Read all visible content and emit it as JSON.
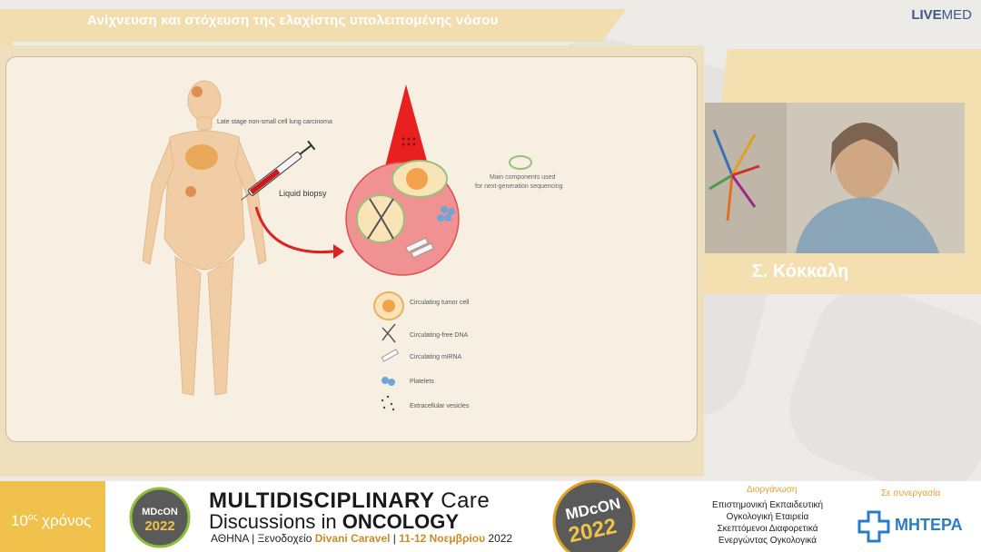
{
  "header": {
    "title": "Ανίχνευση και στόχευση της ελαχίστης υπολειπομένης νόσου",
    "brand_bold": "LIVE",
    "brand_thin": "MED"
  },
  "slide": {
    "stage_label": "Late stage non-small cell lung carcinoma",
    "biopsy_label": "Liquid biopsy",
    "ngs_label_1": "Main components used",
    "ngs_label_2": "for next-generation sequencing",
    "legend": [
      {
        "icon": "tumor-cell-icon",
        "label": "Circulating tumor cell"
      },
      {
        "icon": "dna-icon",
        "label": "Circulating-free DNA"
      },
      {
        "icon": "mirna-icon",
        "label": "Circulating miRNA"
      },
      {
        "icon": "platelets-icon",
        "label": "Platelets"
      },
      {
        "icon": "vesicles-icon",
        "label": "Extracellular vesicles"
      }
    ]
  },
  "camera": {
    "speaker_name": "Σ. Κόκκαλη"
  },
  "footer": {
    "year_num": "10",
    "year_sup": "ος",
    "year_word": "χρόνος",
    "logo_top": "MDcON",
    "logo_year": "2022",
    "title_bold": "MULTIDISCIPLINARY",
    "title_thin": "Care",
    "title2_thin": "Discussions in",
    "title2_bold": "ONCOLOGY",
    "venue_prefix": "ΑΘΗΝΑ | Ξενοδοχείο",
    "venue_hotel": "Divani Caravel",
    "venue_sep": "|",
    "venue_dates": "11-12 Νοεμβρίου",
    "venue_year": "2022",
    "big_logo_top": "MDcON",
    "big_logo_year": "2022",
    "org_label": "Διοργάνωση",
    "org_lines": [
      "Επιστημονική Εκπαιδευτική",
      "Ογκολογική Εταιρεία",
      "Σκεπτόμενοι Διαφορετικά",
      "Ενεργώντας Ογκολογικά"
    ],
    "collab_label": "Σε συνεργασία",
    "partner_name": "ΜΗΤΕΡΑ"
  }
}
